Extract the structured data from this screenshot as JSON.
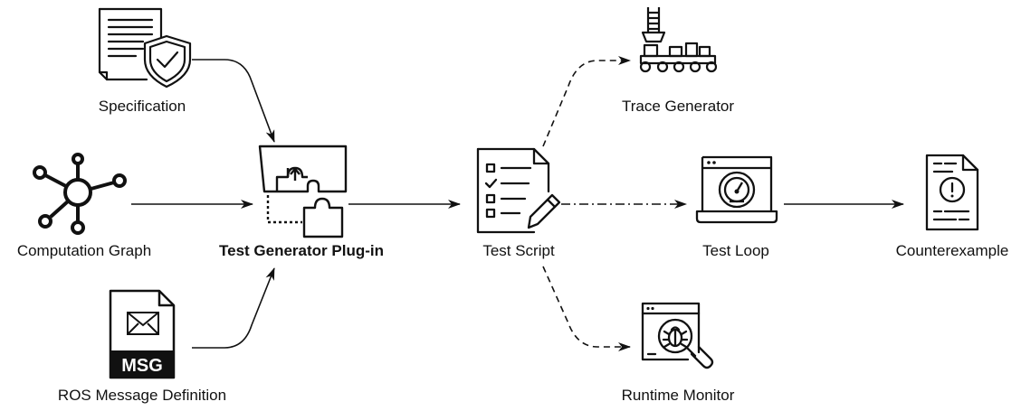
{
  "nodes": {
    "specification": {
      "label": "Specification",
      "icon": "document-shield-icon"
    },
    "computation_graph": {
      "label": "Computation Graph",
      "icon": "graph-network-icon"
    },
    "ros_message": {
      "label": "ROS Message Definition",
      "icon": "msg-file-icon",
      "badge": "MSG"
    },
    "plugin": {
      "label": "Test Generator Plug-in",
      "icon": "puzzle-plugin-icon"
    },
    "test_script": {
      "label": "Test Script",
      "icon": "checklist-pencil-icon"
    },
    "trace_generator": {
      "label": "Trace Generator",
      "icon": "conveyor-belt-icon"
    },
    "test_loop": {
      "label": "Test Loop",
      "icon": "laptop-gauge-icon"
    },
    "runtime_monitor": {
      "label": "Runtime Monitor",
      "icon": "bug-magnifier-icon"
    },
    "counterexample": {
      "label": "Counterexample",
      "icon": "document-alert-icon"
    }
  },
  "edges": [
    {
      "from": "specification",
      "to": "plugin",
      "style": "solid"
    },
    {
      "from": "computation_graph",
      "to": "plugin",
      "style": "solid"
    },
    {
      "from": "ros_message",
      "to": "plugin",
      "style": "solid"
    },
    {
      "from": "plugin",
      "to": "test_script",
      "style": "solid"
    },
    {
      "from": "test_script",
      "to": "trace_generator",
      "style": "dashed"
    },
    {
      "from": "test_script",
      "to": "test_loop",
      "style": "dash-dot"
    },
    {
      "from": "test_script",
      "to": "runtime_monitor",
      "style": "dashed"
    },
    {
      "from": "test_loop",
      "to": "counterexample",
      "style": "solid"
    }
  ],
  "colors": {
    "ink": "#111111",
    "background": "#ffffff"
  }
}
